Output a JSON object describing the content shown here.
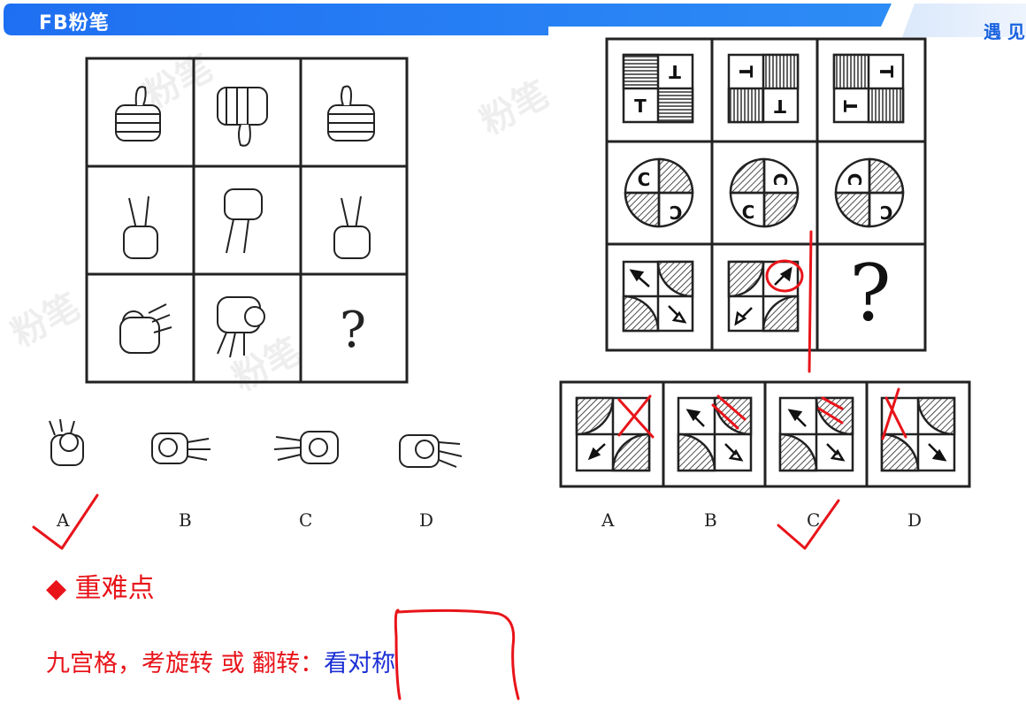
{
  "header": {
    "logo_text": "FB粉笔",
    "slogan": "遇 见",
    "brand_color": "#1f6ff2"
  },
  "left_puzzle": {
    "question_mark": "?",
    "option_labels": [
      "A",
      "B",
      "C",
      "D"
    ]
  },
  "right_puzzle": {
    "question_mark": "?",
    "option_labels": [
      "A",
      "B",
      "C",
      "D"
    ],
    "row1_glyph": "T",
    "row2_glyph": "C"
  },
  "notes": {
    "key_point": "◆ 重难点",
    "rule_prefix": "九宫格，考旋转 或 翻转：",
    "rule_answer": "看对称",
    "note_color": "#e8141a",
    "answer_color": "#1b2fd6"
  },
  "watermark": "粉笔"
}
